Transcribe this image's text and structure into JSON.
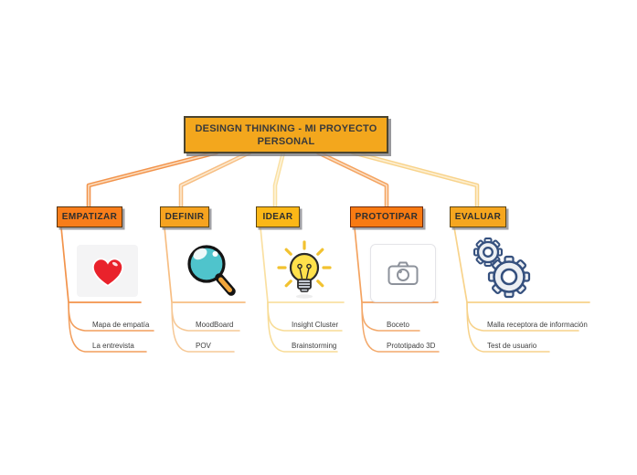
{
  "app": {
    "background": "#FFFFFF"
  },
  "root": {
    "label": "DESINGN THINKING - MI PROYECTO PERSONAL",
    "fill": "#F3A71D",
    "border": "#4C452F",
    "text_color": "#3A3A3A"
  },
  "branches": [
    {
      "label": "EMPATIZAR",
      "fill": "#F87D1A",
      "border": "#55320C",
      "connector_color": "#F2934B",
      "connector_inner": "#FBD9B8",
      "subline_color": "#F29D5B",
      "icon": "heart-icon",
      "children": [
        "Mapa de empatía",
        "La entrevista"
      ]
    },
    {
      "label": "DEFINIR",
      "fill": "#F6A31F",
      "border": "#5C4410",
      "connector_color": "#F7BE83",
      "connector_inner": "#FCE8CC",
      "subline_color": "#F6C896",
      "icon": "magnifying-glass-icon",
      "children": [
        "MoodBoard",
        "POV"
      ]
    },
    {
      "label": "IDEAR",
      "fill": "#FBB717",
      "border": "#5C4410",
      "connector_color": "#FAE0A2",
      "connector_inner": "#FDF3D9",
      "subline_color": "#F8DC96",
      "icon": "lightbulb-icon",
      "children": [
        "Insight Cluster",
        "Brainstorming"
      ]
    },
    {
      "label": "PROTOTIPAR",
      "fill": "#F87A12",
      "border": "#6F2B0B",
      "connector_color": "#F4A360",
      "connector_inner": "#FBDDC0",
      "subline_color": "#F3A96B",
      "icon": "camera-icon",
      "children": [
        "Boceto",
        "Prototipado 3D"
      ]
    },
    {
      "label": "EVALUAR",
      "fill": "#F5A61F",
      "border": "#5C4410",
      "connector_color": "#F8D38B",
      "connector_inner": "#FDEECF",
      "subline_color": "#F7D28A",
      "icon": "gears-icon",
      "children": [
        "Malla receptora de información",
        "Test de usuario"
      ]
    }
  ]
}
